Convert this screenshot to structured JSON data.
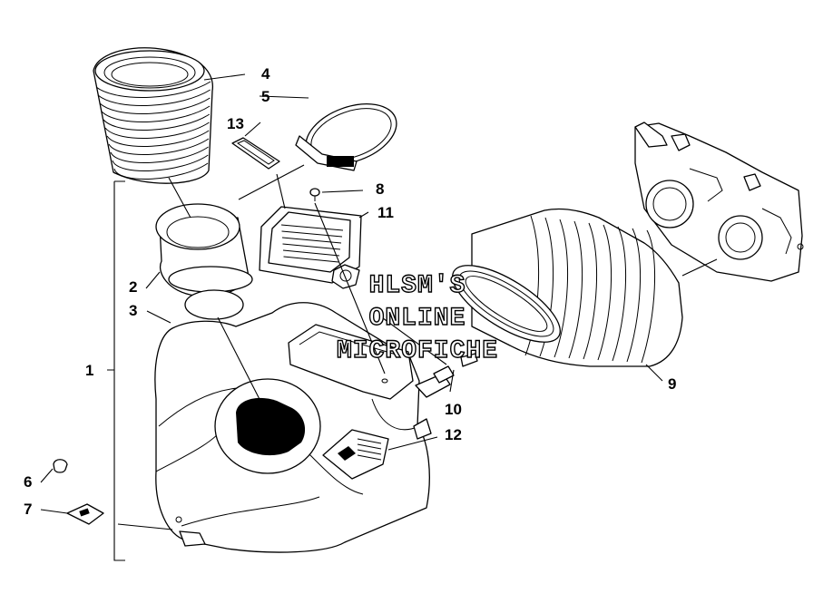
{
  "watermark": {
    "line1": "HLSM'S",
    "line2": "ONLINE",
    "line3": "MICROFICHE"
  },
  "callouts": {
    "c1": "1",
    "c2": "2",
    "c3": "3",
    "c4": "4",
    "c5": "5",
    "c6": "6",
    "c7": "7",
    "c8": "8",
    "c9": "9",
    "c10": "10",
    "c11": "11",
    "c12": "12",
    "c13": "13"
  }
}
